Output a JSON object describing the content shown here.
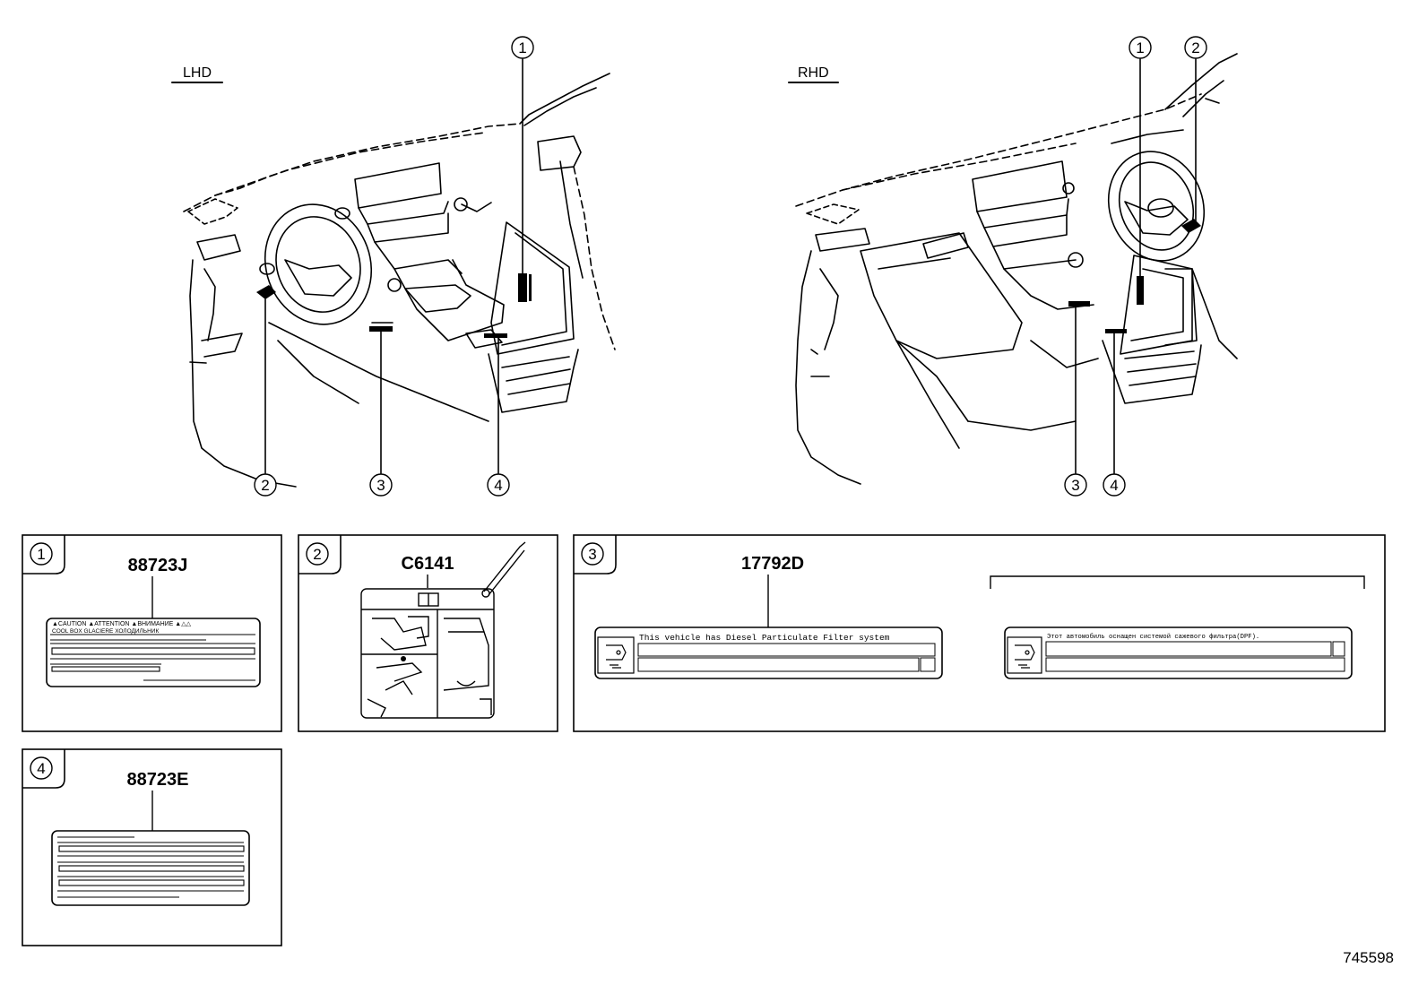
{
  "views": {
    "lhd": {
      "label": "LHD",
      "callouts": [
        "1",
        "2",
        "3",
        "4"
      ]
    },
    "rhd": {
      "label": "RHD",
      "callouts": [
        "1",
        "2",
        "3",
        "4"
      ]
    }
  },
  "parts": [
    {
      "index": "1",
      "part_no": "88723J",
      "label_text": "▲CAUTION  ▲ATTENTION  ▲ВНИМАНИЕ   ▲△△",
      "label_text_2": "COOL BOX   GLACIERE   ХОЛОДИЛЬНИК"
    },
    {
      "index": "2",
      "part_no": "C6141"
    },
    {
      "index": "3",
      "part_no": "17792D",
      "label_en": "This vehicle has Diesel Particulate Filter system",
      "label_ru": "Этот автомобиль оснащен системой сажевого фильтра(DPF)."
    },
    {
      "index": "4",
      "part_no": "88723E"
    }
  ],
  "footer": {
    "code": "745598"
  }
}
